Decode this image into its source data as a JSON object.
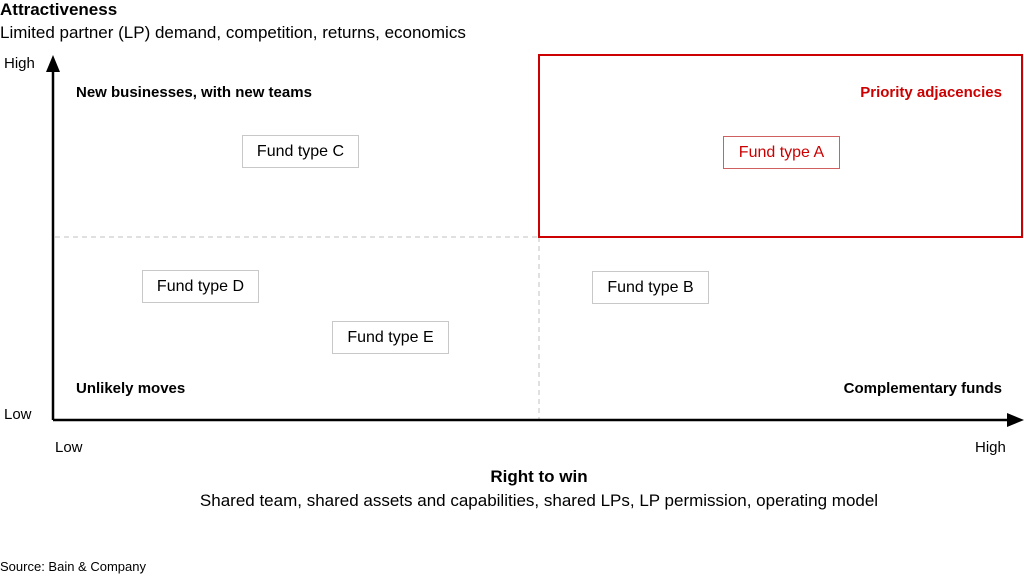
{
  "y_axis": {
    "title": "Attractiveness",
    "subtitle": "Limited partner (LP) demand, competition, returns, economics",
    "high": "High",
    "low": "Low"
  },
  "x_axis": {
    "title": "Right to win",
    "subtitle": "Shared team, shared assets and capabilities, shared LPs, LP permission, operating model",
    "low": "Low",
    "high": "High"
  },
  "quadrants": {
    "top_left": "New businesses, with new teams",
    "top_right": "Priority adjacencies",
    "bottom_left": "Unlikely moves",
    "bottom_right": "Complementary funds"
  },
  "funds": {
    "a": "Fund type A",
    "b": "Fund type B",
    "c": "Fund type C",
    "d": "Fund type D",
    "e": "Fund type E"
  },
  "colors": {
    "accent": "#cc0000",
    "axis": "#000000",
    "divider": "#c0c0c0"
  },
  "source": "Source: Bain & Company"
}
